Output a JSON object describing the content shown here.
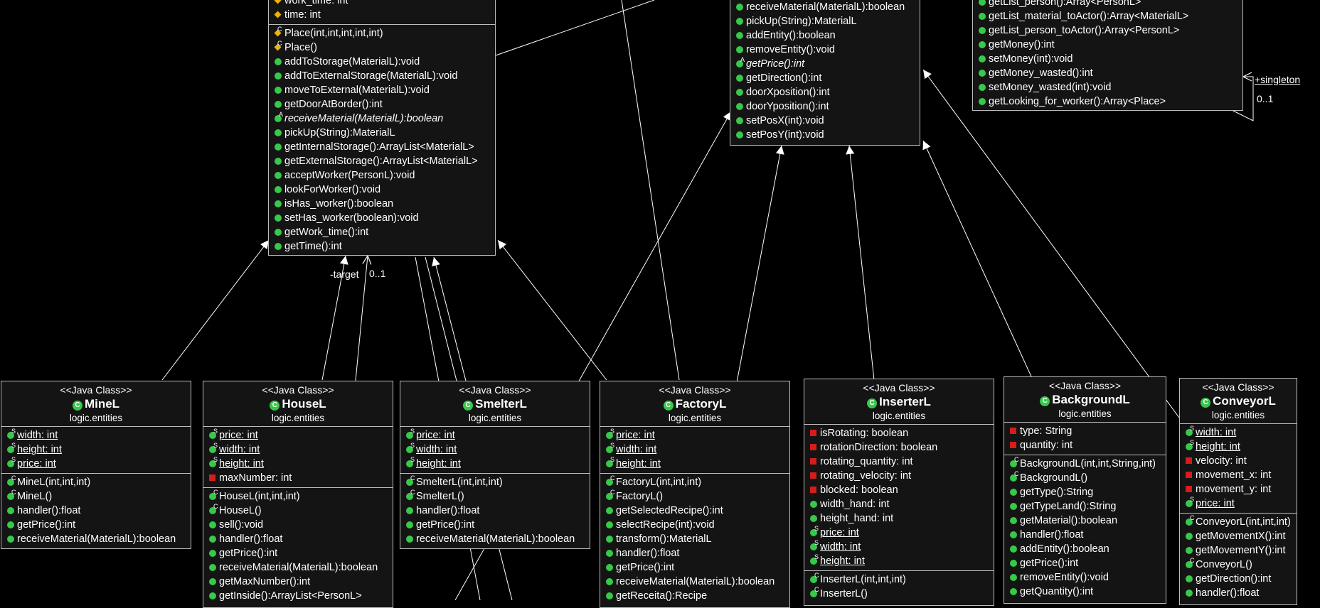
{
  "classes": {
    "place": {
      "attributes": [
        {
          "text": "work_time: int",
          "marker": "diamond"
        },
        {
          "text": "time: int",
          "marker": "diamond"
        }
      ],
      "methods": [
        {
          "text": "Place(int,int,int,int,int)",
          "marker": "diamond-c"
        },
        {
          "text": "Place()",
          "marker": "diamond-c"
        },
        {
          "text": "addToStorage(MaterialL):void",
          "marker": "dot"
        },
        {
          "text": "addToExternalStorage(MaterialL):void",
          "marker": "dot"
        },
        {
          "text": "moveToExternal(MaterialL):void",
          "marker": "dot"
        },
        {
          "text": "getDoorAtBorder():int",
          "marker": "dot"
        },
        {
          "text": "receiveMaterial(MaterialL):boolean",
          "marker": "dot-a",
          "italic": true
        },
        {
          "text": "pickUp(String):MaterialL",
          "marker": "dot"
        },
        {
          "text": "getInternalStorage():ArrayList<MaterialL>",
          "marker": "dot"
        },
        {
          "text": "getExternalStorage():ArrayList<MaterialL>",
          "marker": "dot"
        },
        {
          "text": "acceptWorker(PersonL):void",
          "marker": "dot"
        },
        {
          "text": "lookForWorker():void",
          "marker": "dot"
        },
        {
          "text": "isHas_worker():boolean",
          "marker": "dot"
        },
        {
          "text": "setHas_worker(boolean):void",
          "marker": "dot"
        },
        {
          "text": "getWork_time():int",
          "marker": "dot"
        },
        {
          "text": "getTime():int",
          "marker": "dot"
        }
      ]
    },
    "entity": {
      "methods": [
        {
          "text": "receiveMaterial(MaterialL):boolean",
          "marker": "dot"
        },
        {
          "text": "pickUp(String):MaterialL",
          "marker": "dot"
        },
        {
          "text": "addEntity():boolean",
          "marker": "dot"
        },
        {
          "text": "removeEntity():void",
          "marker": "dot"
        },
        {
          "text": "getPrice():int",
          "marker": "dot-a",
          "italic": true
        },
        {
          "text": "getDirection():int",
          "marker": "dot"
        },
        {
          "text": "doorXposition():int",
          "marker": "dot"
        },
        {
          "text": "doorYposition():int",
          "marker": "dot"
        },
        {
          "text": "setPosX(int):void",
          "marker": "dot"
        },
        {
          "text": "setPosY(int):void",
          "marker": "dot"
        }
      ]
    },
    "game": {
      "methods": [
        {
          "text": "getList_person():Array<PersonL>",
          "marker": "dot"
        },
        {
          "text": "getList_material_toActor():Array<MaterialL>",
          "marker": "dot"
        },
        {
          "text": "getList_person_toActor():Array<PersonL>",
          "marker": "dot"
        },
        {
          "text": "getMoney():int",
          "marker": "dot"
        },
        {
          "text": "setMoney(int):void",
          "marker": "dot"
        },
        {
          "text": "getMoney_wasted():int",
          "marker": "dot"
        },
        {
          "text": "setMoney_wasted(int):void",
          "marker": "dot"
        },
        {
          "text": "getLooking_for_worker():Array<Place>",
          "marker": "dot"
        }
      ]
    },
    "mine": {
      "stereotype": "<<Java Class>>",
      "name": "MineL",
      "package": "logic.entities",
      "attributes": [
        {
          "text": "width: int",
          "marker": "dot-s",
          "underline": true
        },
        {
          "text": "height: int",
          "marker": "dot-s",
          "underline": true
        },
        {
          "text": "price: int",
          "marker": "dot-s",
          "underline": true
        }
      ],
      "methods": [
        {
          "text": "MineL(int,int,int)",
          "marker": "dot-c"
        },
        {
          "text": "MineL()",
          "marker": "dot-c"
        },
        {
          "text": "handler():float",
          "marker": "dot"
        },
        {
          "text": "getPrice():int",
          "marker": "dot"
        },
        {
          "text": "receiveMaterial(MaterialL):boolean",
          "marker": "dot"
        }
      ]
    },
    "house": {
      "stereotype": "<<Java Class>>",
      "name": "HouseL",
      "package": "logic.entities",
      "attributes": [
        {
          "text": "price: int",
          "marker": "dot-s",
          "underline": true
        },
        {
          "text": "width: int",
          "marker": "dot-s",
          "underline": true
        },
        {
          "text": "height: int",
          "marker": "dot-s",
          "underline": true
        },
        {
          "text": "maxNumber: int",
          "marker": "square"
        }
      ],
      "methods": [
        {
          "text": "HouseL(int,int,int)",
          "marker": "dot-c"
        },
        {
          "text": "HouseL()",
          "marker": "dot-c"
        },
        {
          "text": "sell():void",
          "marker": "dot"
        },
        {
          "text": "handler():float",
          "marker": "dot"
        },
        {
          "text": "getPrice():int",
          "marker": "dot"
        },
        {
          "text": "receiveMaterial(MaterialL):boolean",
          "marker": "dot"
        },
        {
          "text": "getMaxNumber():int",
          "marker": "dot"
        },
        {
          "text": "getInside():ArrayList<PersonL>",
          "marker": "dot"
        }
      ]
    },
    "smelter": {
      "stereotype": "<<Java Class>>",
      "name": "SmelterL",
      "package": "logic.entities",
      "attributes": [
        {
          "text": "price: int",
          "marker": "dot-s",
          "underline": true
        },
        {
          "text": "width: int",
          "marker": "dot-s",
          "underline": true
        },
        {
          "text": "height: int",
          "marker": "dot-s",
          "underline": true
        }
      ],
      "methods": [
        {
          "text": "SmelterL(int,int,int)",
          "marker": "dot-c"
        },
        {
          "text": "SmelterL()",
          "marker": "dot-c"
        },
        {
          "text": "handler():float",
          "marker": "dot"
        },
        {
          "text": "getPrice():int",
          "marker": "dot"
        },
        {
          "text": "receiveMaterial(MaterialL):boolean",
          "marker": "dot"
        }
      ]
    },
    "factory": {
      "stereotype": "<<Java Class>>",
      "name": "FactoryL",
      "package": "logic.entities",
      "attributes": [
        {
          "text": "price: int",
          "marker": "dot-s",
          "underline": true
        },
        {
          "text": "width: int",
          "marker": "dot-s",
          "underline": true
        },
        {
          "text": "height: int",
          "marker": "dot-s",
          "underline": true
        }
      ],
      "methods": [
        {
          "text": "FactoryL(int,int,int)",
          "marker": "dot-c"
        },
        {
          "text": "FactoryL()",
          "marker": "dot-c"
        },
        {
          "text": "getSelectedRecipe():int",
          "marker": "dot"
        },
        {
          "text": "selectRecipe(int):void",
          "marker": "dot"
        },
        {
          "text": "transform():MaterialL",
          "marker": "dot"
        },
        {
          "text": "handler():float",
          "marker": "dot"
        },
        {
          "text": "getPrice():int",
          "marker": "dot"
        },
        {
          "text": "receiveMaterial(MaterialL):boolean",
          "marker": "dot"
        },
        {
          "text": "getReceita():Recipe",
          "marker": "dot"
        }
      ]
    },
    "inserter": {
      "stereotype": "<<Java Class>>",
      "name": "InserterL",
      "package": "logic.entities",
      "attributes": [
        {
          "text": "isRotating: boolean",
          "marker": "square"
        },
        {
          "text": "rotationDirection: boolean",
          "marker": "square"
        },
        {
          "text": "rotating_quantity: int",
          "marker": "square"
        },
        {
          "text": "rotating_velocity: int",
          "marker": "square"
        },
        {
          "text": "blocked: boolean",
          "marker": "square"
        },
        {
          "text": "width_hand: int",
          "marker": "dot"
        },
        {
          "text": "height_hand: int",
          "marker": "dot"
        },
        {
          "text": "price: int",
          "marker": "dot-s",
          "underline": true
        },
        {
          "text": "width: int",
          "marker": "dot-s",
          "underline": true
        },
        {
          "text": "height: int",
          "marker": "dot-s",
          "underline": true
        }
      ],
      "methods": [
        {
          "text": "InserterL(int,int,int)",
          "marker": "dot-c"
        },
        {
          "text": "InserterL()",
          "marker": "dot-c"
        }
      ]
    },
    "background": {
      "stereotype": "<<Java Class>>",
      "name": "BackgroundL",
      "package": "logic.entities",
      "attributes": [
        {
          "text": "type: String",
          "marker": "square"
        },
        {
          "text": "quantity: int",
          "marker": "square"
        }
      ],
      "methods": [
        {
          "text": "BackgroundL(int,int,String,int)",
          "marker": "dot-c"
        },
        {
          "text": "BackgroundL()",
          "marker": "dot-c"
        },
        {
          "text": "getType():String",
          "marker": "dot"
        },
        {
          "text": "getTypeLand():String",
          "marker": "dot"
        },
        {
          "text": "getMaterial():boolean",
          "marker": "dot"
        },
        {
          "text": "handler():float",
          "marker": "dot"
        },
        {
          "text": "addEntity():boolean",
          "marker": "dot"
        },
        {
          "text": "getPrice():int",
          "marker": "dot"
        },
        {
          "text": "removeEntity():void",
          "marker": "dot"
        },
        {
          "text": "getQuantity():int",
          "marker": "dot"
        }
      ]
    },
    "conveyor": {
      "stereotype": "<<Java Class>>",
      "name": "ConveyorL",
      "package": "logic.entities",
      "attributes": [
        {
          "text": "width: int",
          "marker": "dot-s",
          "underline": true
        },
        {
          "text": "height: int",
          "marker": "dot-s",
          "underline": true
        },
        {
          "text": "velocity: int",
          "marker": "square"
        },
        {
          "text": "movement_x: int",
          "marker": "square"
        },
        {
          "text": "movement_y: int",
          "marker": "square"
        },
        {
          "text": "price: int",
          "marker": "dot-s",
          "underline": true
        }
      ],
      "methods": [
        {
          "text": "ConveyorL(int,int,int)",
          "marker": "dot-c"
        },
        {
          "text": "getMovementX():int",
          "marker": "dot"
        },
        {
          "text": "getMovementY():int",
          "marker": "dot"
        },
        {
          "text": "ConveyorL()",
          "marker": "dot-c"
        },
        {
          "text": "getDirection():int",
          "marker": "dot"
        },
        {
          "text": "handler():float",
          "marker": "dot"
        }
      ]
    }
  },
  "labels": {
    "singleton_role": "+singleton",
    "singleton_mult": "0..1",
    "target_role": "-target",
    "target_mult": "0..1"
  },
  "colors": {
    "background": "#000000",
    "box": "#141414",
    "border": "#bdbdbd",
    "public": "#37c94a",
    "private": "#d61c1c",
    "package": "#f0b400"
  }
}
